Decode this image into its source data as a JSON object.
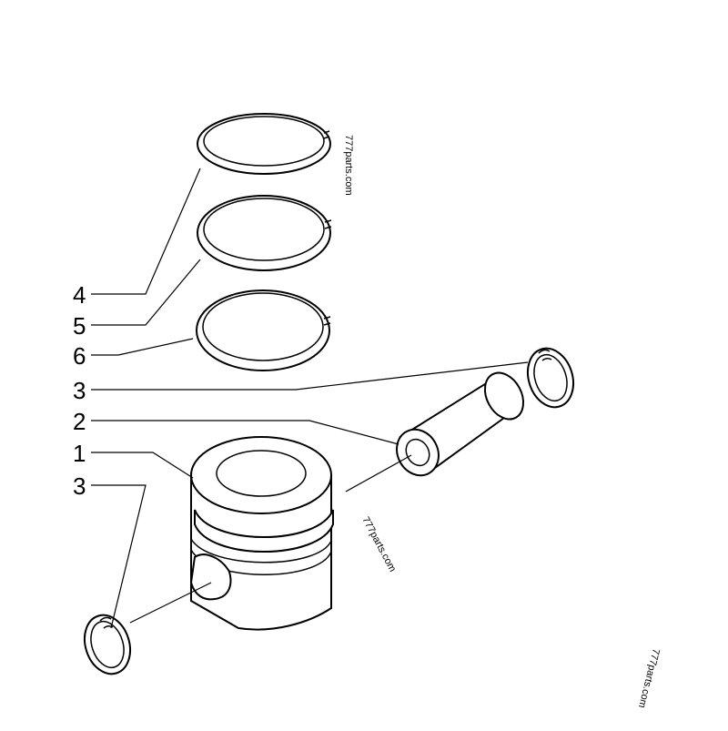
{
  "diagram": {
    "callouts": [
      {
        "id": "ring-top",
        "label": "4"
      },
      {
        "id": "ring-middle",
        "label": "5"
      },
      {
        "id": "ring-bottom",
        "label": "6"
      },
      {
        "id": "circlip-right",
        "label": "3"
      },
      {
        "id": "piston-pin",
        "label": "2"
      },
      {
        "id": "piston",
        "label": "1"
      },
      {
        "id": "circlip-left",
        "label": "3"
      }
    ],
    "watermarks": [
      "777parts.com",
      "777parts.com",
      "777parts.com"
    ]
  }
}
